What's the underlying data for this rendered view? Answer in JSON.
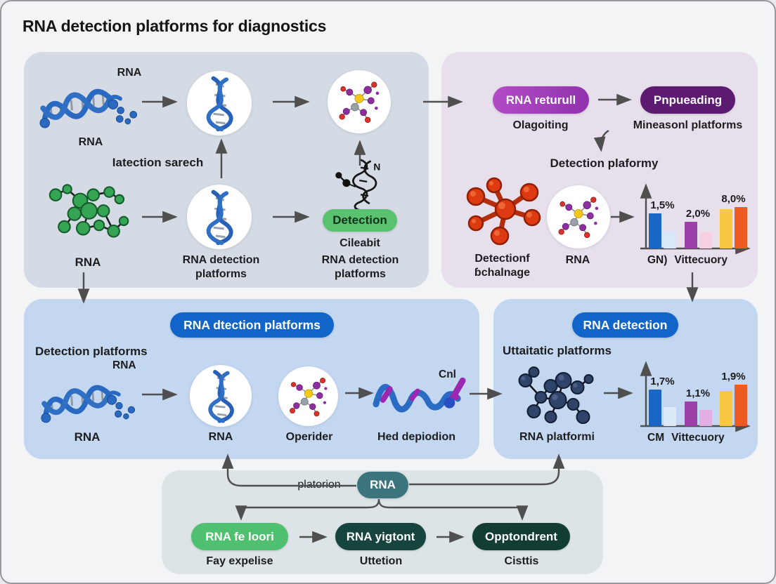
{
  "title": "RNA detection platforms for diagnostics",
  "top_left": {
    "rna_top": "RNA",
    "rna_mid": "RNA",
    "search_caption": "Iatection sarech",
    "rna_green": "RNA",
    "circle_caption_l1": "RNA detection",
    "circle_caption_l2": "platforms",
    "n_label": "N",
    "detection_button": "Detection",
    "cileabit": "Cileabit",
    "det_caption_l1": "RNA detection",
    "det_caption_l2": "platforms"
  },
  "top_right": {
    "btn_primary": "RNA returull",
    "btn_primary_caption": "Olagoiting",
    "btn_secondary": "Pnpueading",
    "btn_secondary_caption": "Mineasonl platforms",
    "heading": "Detection plaformy",
    "molecule_caption_l1": "Detectionf",
    "molecule_caption_l2": "ɓchalnage",
    "rna_caption": "RNA"
  },
  "mid_left": {
    "pill": "RNA dtection platforms",
    "heading": "Detection platforms",
    "rna_small": "RNA",
    "rna_left": "RNA",
    "rna_circle": "RNA",
    "operider_caption": "Operider",
    "cnl_label": "Cnl",
    "wave_caption": "Hed depiodion"
  },
  "mid_right": {
    "pill": "RNA detection",
    "heading": "Uttaitatic platforms",
    "molecule_caption": "RNA platformi"
  },
  "bottom": {
    "platorion_label": "platorion",
    "rna_pill": "RNA",
    "step1": "RNA fe loori",
    "step1_caption": "Fay expelise",
    "step2": "RNA yigtont",
    "step2_caption": "Uttetion",
    "step3": "Opptondrent",
    "step3_caption": "Cisttis"
  },
  "chart_data": [
    {
      "type": "bar",
      "title": "",
      "x_labels": [
        "GN)",
        "Vittecuory"
      ],
      "groups": [
        {
          "label": "1,5%",
          "bars": [
            {
              "color": "#1a66c6",
              "height": 0.72
            },
            {
              "color": "#d9e8f9",
              "height": 0.36
            }
          ]
        },
        {
          "label": "2,0%",
          "bars": [
            {
              "color": "#9c3fa8",
              "height": 0.55
            },
            {
              "color": "#f6d0e2",
              "height": 0.33
            }
          ]
        },
        {
          "label": "8,0%",
          "bars": [
            {
              "color": "#f8c842",
              "height": 0.8
            },
            {
              "color": "#ee5b22",
              "height": 0.84
            }
          ]
        }
      ],
      "note": "heights are relative to plot area; light bars unlabeled in source"
    },
    {
      "type": "bar",
      "title": "",
      "x_labels": [
        "CM",
        "Vittecuory"
      ],
      "groups": [
        {
          "label": "1,7%",
          "bars": [
            {
              "color": "#1a66c6",
              "height": 0.75
            },
            {
              "color": "#dce9f8",
              "height": 0.38
            }
          ]
        },
        {
          "label": "1,1%",
          "bars": [
            {
              "color": "#9c3fa8",
              "height": 0.5
            },
            {
              "color": "#e3aee4",
              "height": 0.33
            }
          ]
        },
        {
          "label": "1,9%",
          "bars": [
            {
              "color": "#f8c842",
              "height": 0.72
            },
            {
              "color": "#ee5b22",
              "height": 0.85
            }
          ]
        }
      ],
      "note": "heights are relative to plot area; light bars unlabeled in source"
    }
  ]
}
